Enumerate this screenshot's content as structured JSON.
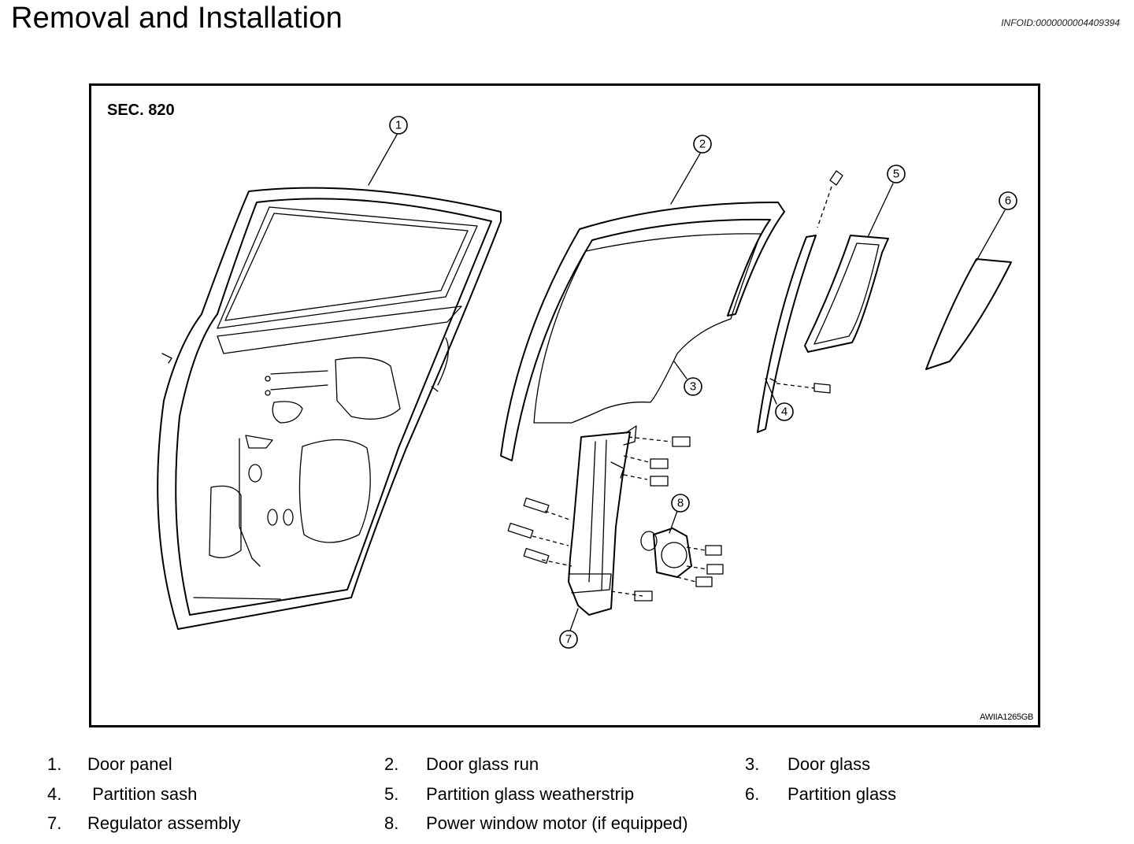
{
  "header": {
    "title": "Removal and Installation",
    "info_id": "INFOID:0000000004409394"
  },
  "figure": {
    "section": "SEC. 820",
    "code": "AWIIA1265GB",
    "callouts": [
      "1",
      "2",
      "3",
      "4",
      "5",
      "6",
      "7",
      "8"
    ]
  },
  "legend": [
    {
      "num": "1.",
      "label": "Door panel"
    },
    {
      "num": "2.",
      "label": "Door glass run"
    },
    {
      "num": "3.",
      "label": "Door glass"
    },
    {
      "num": "4.",
      "label": " Partition sash"
    },
    {
      "num": "5.",
      "label": "Partition glass weatherstrip"
    },
    {
      "num": "6.",
      "label": "Partition glass"
    },
    {
      "num": "7.",
      "label": "Regulator assembly"
    },
    {
      "num": "8.",
      "label": "Power window motor (if equipped)"
    }
  ]
}
